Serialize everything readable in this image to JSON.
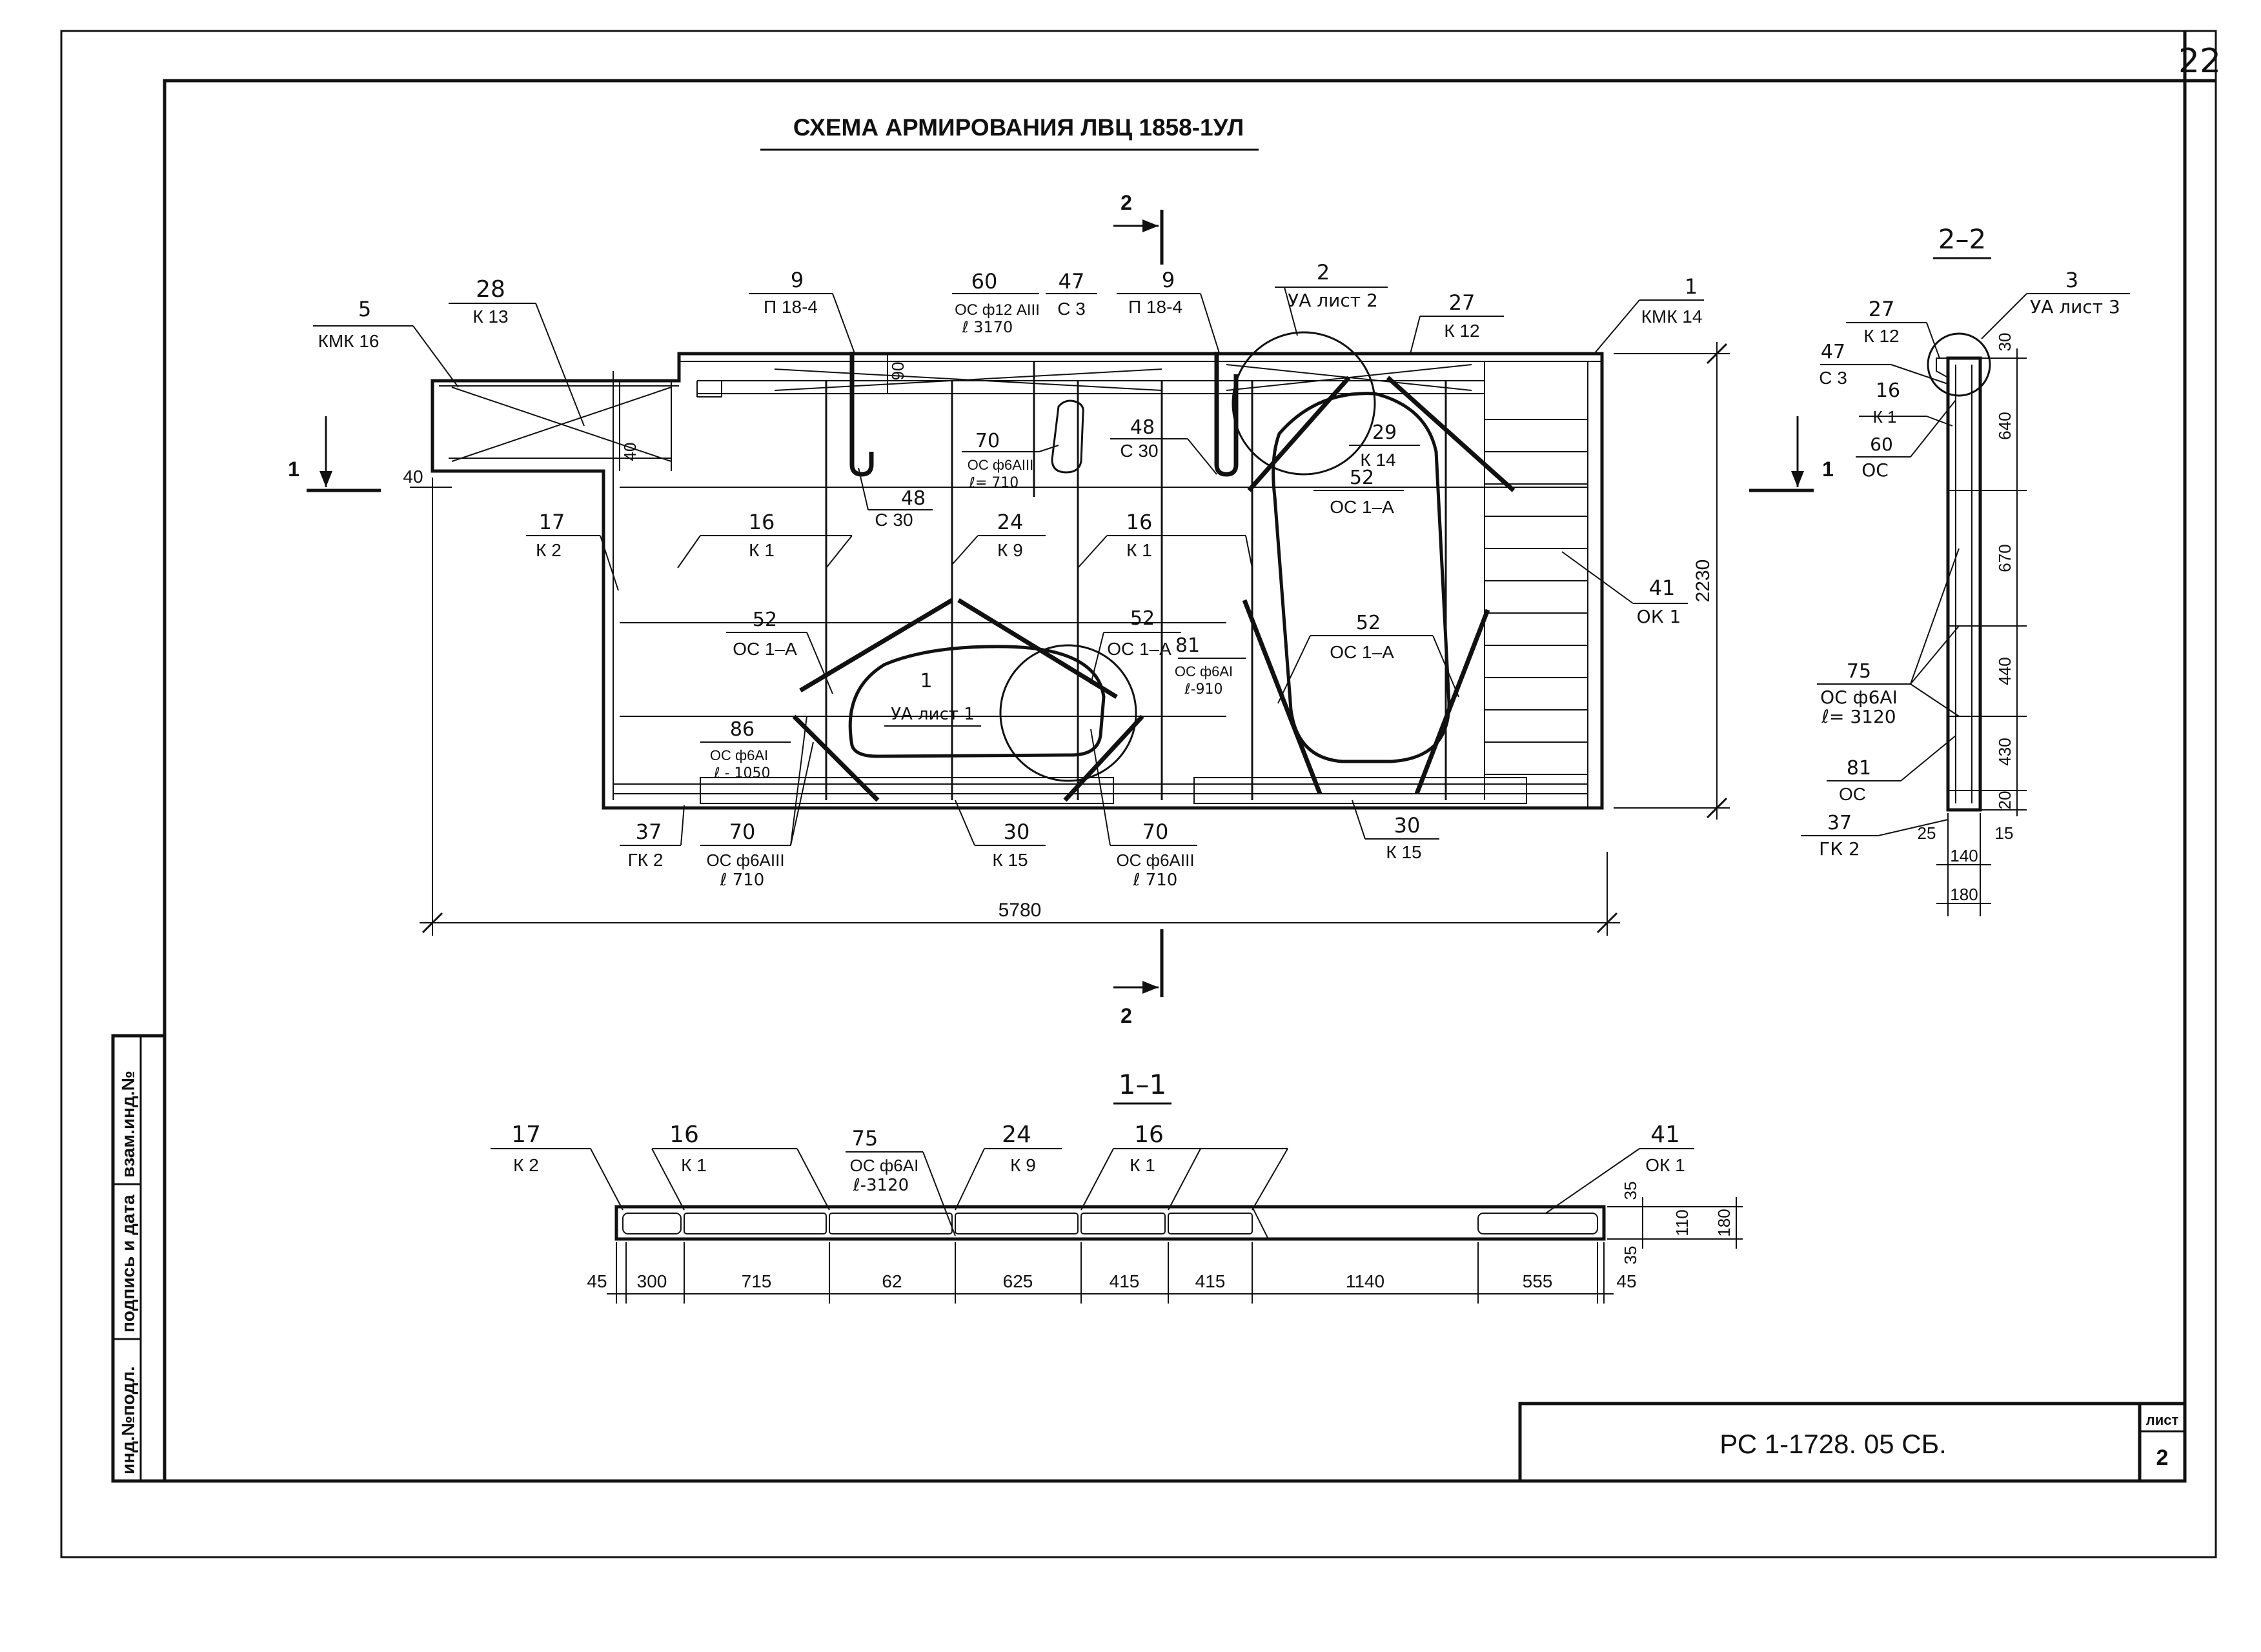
{
  "sheet_number_handwritten": "22",
  "title": "СХЕМА АРМИРОВАНИЯ ЛВЦ 1858-1УЛ",
  "title_block": {
    "code": "РС 1-1728.   05 СБ.",
    "sheet_label": "лист",
    "sheet_value": "2"
  },
  "side_stamp": {
    "col1": "инд.№подл.",
    "col2": "подпись и дата",
    "col3": "взам.инд.№"
  },
  "section_marks": {
    "top_2": "2",
    "bottom_2": "2",
    "left_1": "1",
    "right_1": "1"
  },
  "section_titles": {
    "s22": "2–2",
    "s11": "1–1"
  },
  "main_view": {
    "labels": [
      {
        "num": "5",
        "name": "КМК 16"
      },
      {
        "num": "28",
        "name": "К 13"
      },
      {
        "num": "9",
        "name": "П 18-4"
      },
      {
        "num": "60",
        "name": "ОС ф12 АIII",
        "extra": "ℓ 3170"
      },
      {
        "num": "47",
        "name": "С 3"
      },
      {
        "num": "9",
        "name": "П 18-4"
      },
      {
        "num": "2",
        "name": "УА лист 2"
      },
      {
        "num": "27",
        "name": "К 12"
      },
      {
        "num": "1",
        "name": "КМК 14"
      },
      {
        "num": "70",
        "name": "ОС ф6АIII",
        "extra": "ℓ= 710"
      },
      {
        "num": "48",
        "name": "С 30"
      },
      {
        "num": "48",
        "name": "С 30"
      },
      {
        "num": "29",
        "name": "К 14"
      },
      {
        "num": "52",
        "name": "ОС 1–А"
      },
      {
        "num": "17",
        "name": "К 2"
      },
      {
        "num": "16",
        "name": "К 1"
      },
      {
        "num": "24",
        "name": "К 9"
      },
      {
        "num": "16",
        "name": "К 1"
      },
      {
        "num": "41",
        "name": "ОК 1"
      },
      {
        "num": "52",
        "name": "ОС 1–А"
      },
      {
        "num": "52",
        "name": "ОС 1–А"
      },
      {
        "num": "81",
        "name": "ОС ф6АI",
        "extra": "ℓ-910"
      },
      {
        "num": "52",
        "name": "ОС 1–А"
      },
      {
        "num": "1",
        "name": "УА лист 1"
      },
      {
        "num": "86",
        "name": "ОС ф6АI",
        "extra": "ℓ - 1050"
      },
      {
        "num": "37",
        "name": "ГК 2"
      },
      {
        "num": "70",
        "name": "ОС ф6АIII",
        "extra": "ℓ 710"
      },
      {
        "num": "30",
        "name": "К 15"
      },
      {
        "num": "70",
        "name": "ОС ф6АIII",
        "extra": "ℓ 710"
      },
      {
        "num": "30",
        "name": "К 15"
      }
    ],
    "dims": {
      "d40": "40",
      "d40b": "40",
      "d90": "90",
      "d2230": "2230",
      "d5780": "5780"
    }
  },
  "section_22": {
    "labels": [
      {
        "num": "27",
        "name": "К 12"
      },
      {
        "num": "3",
        "name": "УА лист 3"
      },
      {
        "num": "47",
        "name": "С 3"
      },
      {
        "num": "16",
        "name": "К 1"
      },
      {
        "num": "60",
        "name": "ОС"
      },
      {
        "num": "75",
        "name": "ОС ф6АI",
        "extra": "ℓ= 3120"
      },
      {
        "num": "81",
        "name": "ОС"
      },
      {
        "num": "37",
        "name": "ГК 2"
      }
    ],
    "dims": {
      "d30": "30",
      "d640": "640",
      "d670": "670",
      "d440": "440",
      "d430": "430",
      "d20": "20",
      "d25": "25",
      "d15": "15",
      "d140": "140",
      "d180": "180"
    }
  },
  "section_11": {
    "labels": [
      {
        "num": "17",
        "name": "К 2"
      },
      {
        "num": "16",
        "name": "К 1"
      },
      {
        "num": "75",
        "name": "ОС ф6АI",
        "extra": "ℓ-3120"
      },
      {
        "num": "24",
        "name": "К 9"
      },
      {
        "num": "16",
        "name": "К 1"
      },
      {
        "num": "41",
        "name": "ОК 1"
      }
    ],
    "bottom_dims": [
      "45",
      "300",
      "715",
      "62",
      "625",
      "415",
      "415",
      "1140",
      "555",
      "45"
    ],
    "side_dims": {
      "d35a": "35",
      "d110": "110",
      "d35b": "35",
      "d180": "180"
    }
  }
}
